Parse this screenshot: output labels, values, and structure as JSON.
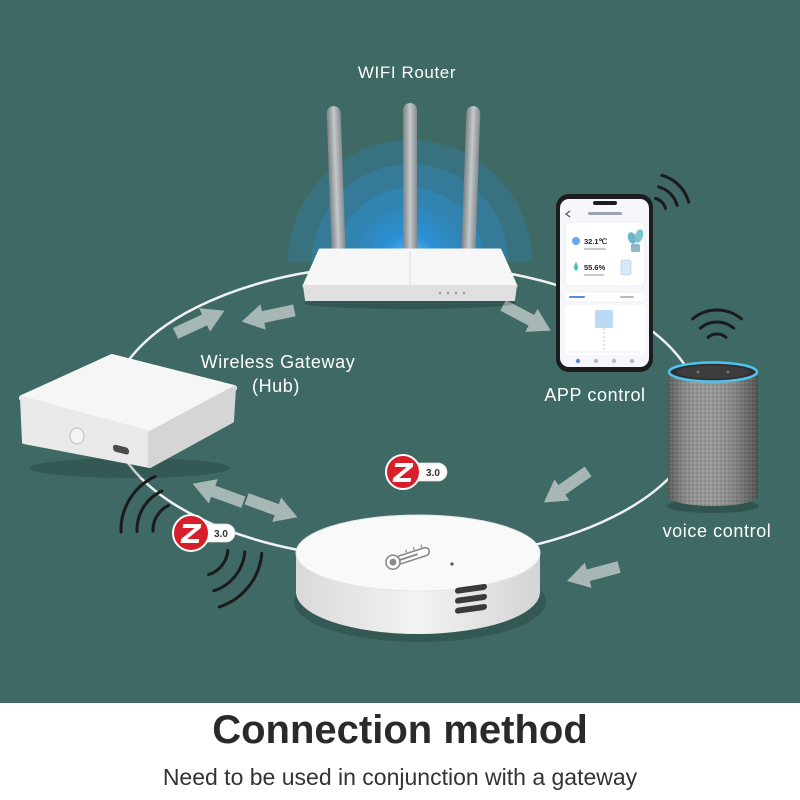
{
  "labels": {
    "router": "WIFI Router",
    "gateway_line1": "Wireless Gateway",
    "gateway_line2": "(Hub)",
    "app": "APP control",
    "voice": "voice control"
  },
  "badges": [
    {
      "version": "3.0"
    },
    {
      "version": "3.0"
    }
  ],
  "phone": {
    "temperature": "32.1℃",
    "humidity": "55.6%"
  },
  "footer": {
    "title": "Connection method",
    "subtitle": "Need to be used in conjunction with a gateway"
  },
  "colors": {
    "background": "#3e6964",
    "ring": "#ffffff",
    "zigbee_red": "#d81e2a",
    "router_glow": "#2b93dd",
    "speaker_light_ring": "#4fc3f0"
  },
  "icons": {
    "router": "wifi-router-icon",
    "phone": "smartphone-icon",
    "speaker": "smart-speaker-icon",
    "gateway": "zigbee-hub-icon",
    "sensor": "temperature-humidity-sensor-icon",
    "protocol": "zigbee-logo-icon",
    "signal": "signal-waves-icon",
    "flow": "arrow-icon"
  }
}
